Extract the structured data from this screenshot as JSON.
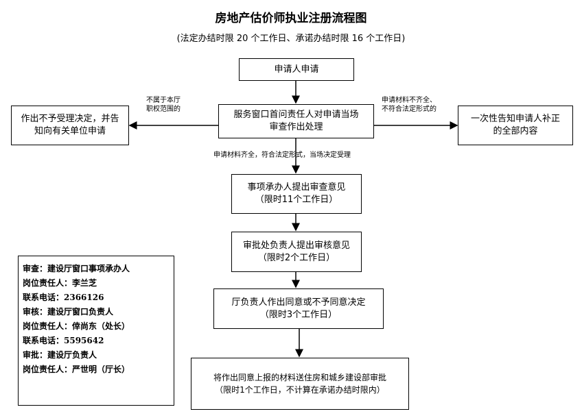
{
  "title": "房地产估价师执业注册流程图",
  "subtitle": "(法定办结时限 20 个工作日、承诺办结时限 16 个工作日)",
  "nodes": {
    "apply": "申请人申请",
    "window": [
      "服务窗口首问责任人对申请当场",
      "审查作出处理"
    ],
    "reject": [
      "作出不予受理决定，并告",
      "知向有关单位申请"
    ],
    "supplement": [
      "一次性告知申请人补正",
      "的全部内容"
    ],
    "review": [
      "事项承办人提出审查意见",
      "（限时11个工作日）"
    ],
    "audit": [
      "审批处负责人提出审核意见",
      "（限时2个工作日）"
    ],
    "decide": [
      "厅负责人作出同意或不予同意决定",
      "（限时3个工作日）"
    ],
    "submit": [
      "将作出同意上报的材料送住房和城乡建设部审批",
      "（限时1个工作日，不计算在承诺办结时限内）"
    ]
  },
  "edge_labels": {
    "not_in_scope": [
      "不属于本厅",
      "职权范围的"
    ],
    "incomplete": [
      "申请材料不齐全、",
      "不符合法定形式的"
    ],
    "accepted": "申请材料齐全，符合法定形式，当场决定受理"
  },
  "contacts": [
    "审查：建设厅窗口事项承办人",
    "岗位责任人：李兰芝",
    "联系电话：2366126",
    "审核：建设厅窗口负责人",
    "岗位责任人：倖尚东（处长）",
    "联系电话：5595642",
    "审批：建设厅负责人",
    "岗位责任人：严世明（厅长）"
  ]
}
